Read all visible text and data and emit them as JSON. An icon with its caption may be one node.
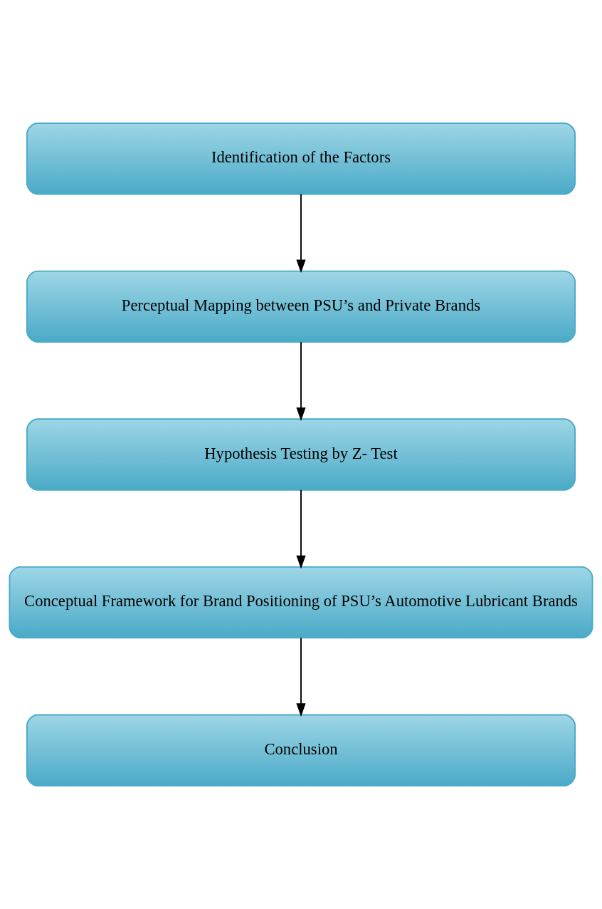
{
  "diagram": {
    "nodes": [
      {
        "text": [
          "Identification of the Factors"
        ]
      },
      {
        "text": [
          "Perceptual Mapping between PSU’s and Private Brands"
        ]
      },
      {
        "text": [
          "Hypothesis Testing by Z- Test"
        ]
      },
      {
        "text": [
          "Conceptual Framework for Brand Positioning of PSU’s Automotive Lubricant Brands"
        ]
      },
      {
        "text": [
          "Conclusion"
        ]
      }
    ],
    "edges": [
      {
        "from": 0,
        "to": 1,
        "arrow": "to"
      },
      {
        "from": 1,
        "to": 2,
        "arrow": "to"
      },
      {
        "from": 2,
        "to": 3,
        "arrow": "to"
      },
      {
        "from": 3,
        "to": 4,
        "arrow": "to"
      }
    ]
  }
}
